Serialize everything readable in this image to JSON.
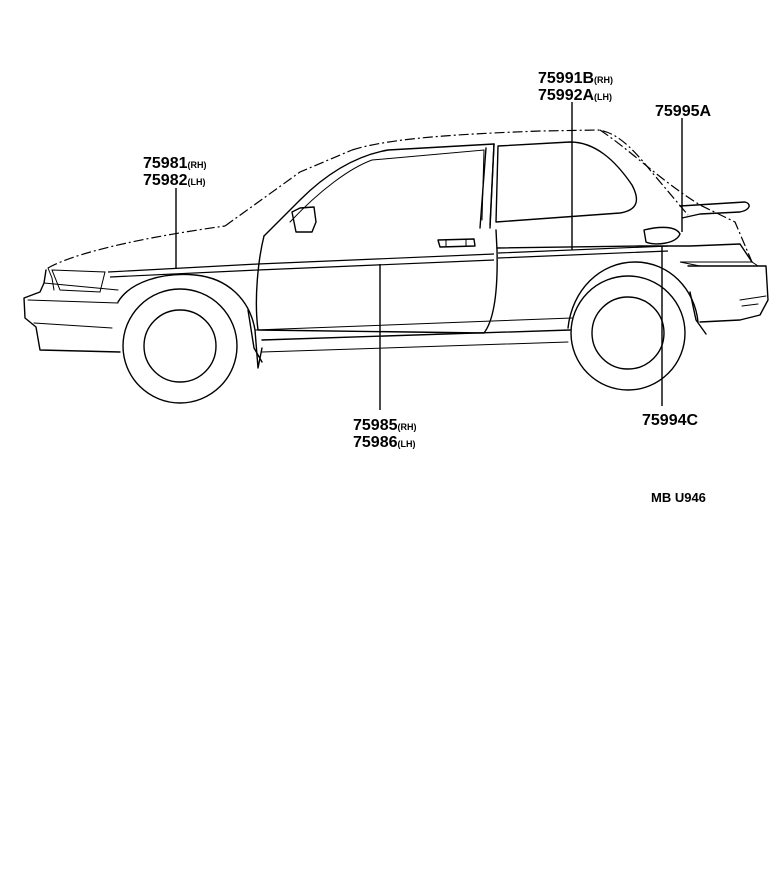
{
  "labels": {
    "p75981": {
      "number": "75981",
      "side": "(RH)"
    },
    "p75982": {
      "number": "75982",
      "side": "(LH)"
    },
    "p75991B": {
      "number": "75991B",
      "side": "(RH)"
    },
    "p75992A": {
      "number": "75992A",
      "side": "(LH)"
    },
    "p75995A": {
      "number": "75995A"
    },
    "p75985": {
      "number": "75985",
      "side": "(RH)"
    },
    "p75986": {
      "number": "75986",
      "side": "(LH)"
    },
    "p75994C": {
      "number": "75994C"
    }
  },
  "figure_code": "MB U946"
}
